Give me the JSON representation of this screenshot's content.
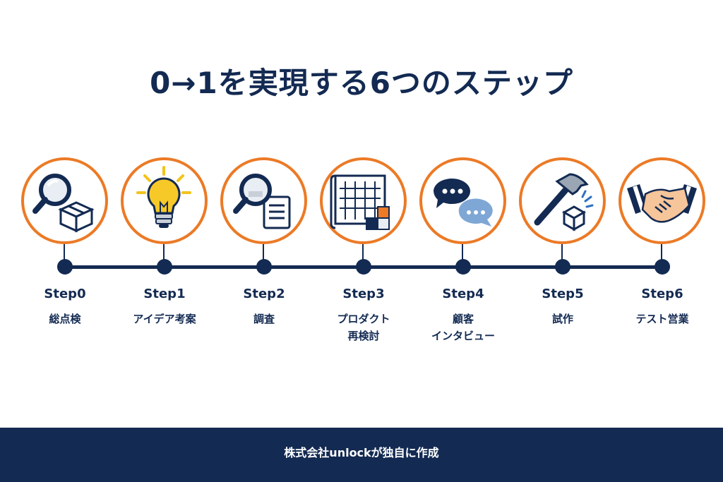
{
  "title": "0→1を実現する6つのステップ",
  "accent_color": "#ec7a26",
  "primary_color": "#132a52",
  "steps": [
    {
      "label": "Step0",
      "name": "総点検",
      "icon": "magnifier-box-icon"
    },
    {
      "label": "Step1",
      "name": "アイデア考案",
      "icon": "lightbulb-icon"
    },
    {
      "label": "Step2",
      "name": "調査",
      "icon": "magnifier-document-icon"
    },
    {
      "label": "Step3",
      "name": "プロダクト\n再検討",
      "icon": "blueprint-blocks-icon"
    },
    {
      "label": "Step4",
      "name": "顧客\nインタビュー",
      "icon": "speech-bubbles-icon"
    },
    {
      "label": "Step5",
      "name": "試作",
      "icon": "hammer-cube-icon"
    },
    {
      "label": "Step6",
      "name": "テスト営業",
      "icon": "handshake-icon"
    }
  ],
  "footer": {
    "text": "株式会社unlockが独自に作成"
  }
}
